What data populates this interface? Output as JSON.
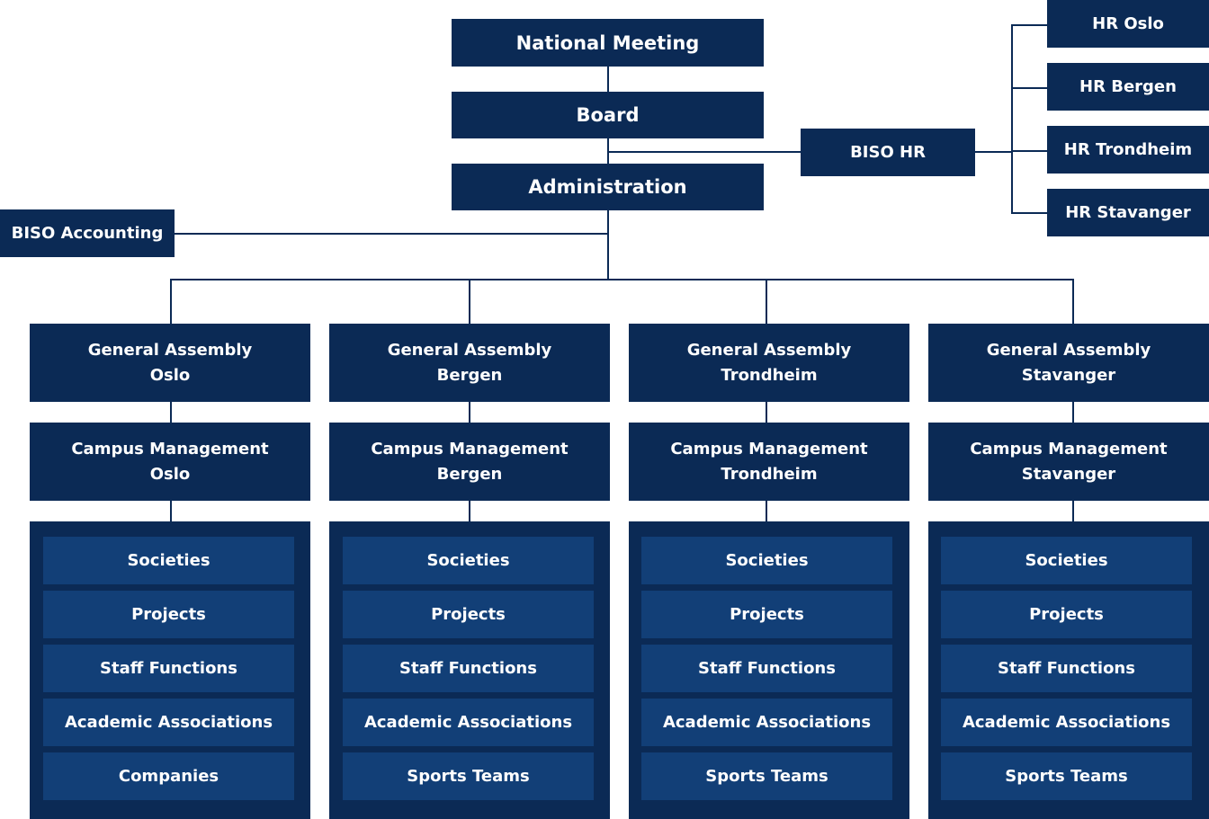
{
  "top": {
    "national_meeting": "National Meeting",
    "board": "Board",
    "administration": "Administration",
    "biso_accounting": "BISO Accounting",
    "biso_hr": "BISO HR"
  },
  "hr_units": [
    "HR Oslo",
    "HR Bergen",
    "HR Trondheim",
    "HR Stavanger"
  ],
  "campuses": [
    {
      "assembly": [
        "General Assembly",
        "Oslo"
      ],
      "management": [
        "Campus Management",
        "Oslo"
      ],
      "units": [
        "Societies",
        "Projects",
        "Staff Functions",
        "Academic Associations",
        "Companies"
      ]
    },
    {
      "assembly": [
        "General Assembly",
        "Bergen"
      ],
      "management": [
        "Campus Management",
        "Bergen"
      ],
      "units": [
        "Societies",
        "Projects",
        "Staff Functions",
        "Academic Associations",
        "Sports Teams"
      ]
    },
    {
      "assembly": [
        "General Assembly",
        "Trondheim"
      ],
      "management": [
        "Campus Management",
        "Trondheim"
      ],
      "units": [
        "Societies",
        "Projects",
        "Staff Functions",
        "Academic Associations",
        "Sports Teams"
      ]
    },
    {
      "assembly": [
        "General Assembly",
        "Stavanger"
      ],
      "management": [
        "Campus Management",
        "Stavanger"
      ],
      "units": [
        "Societies",
        "Projects",
        "Staff Functions",
        "Academic Associations",
        "Sports Teams"
      ]
    }
  ],
  "colors": {
    "box": "#0b2a55",
    "inner": "#123f77",
    "text": "#ffffff"
  }
}
